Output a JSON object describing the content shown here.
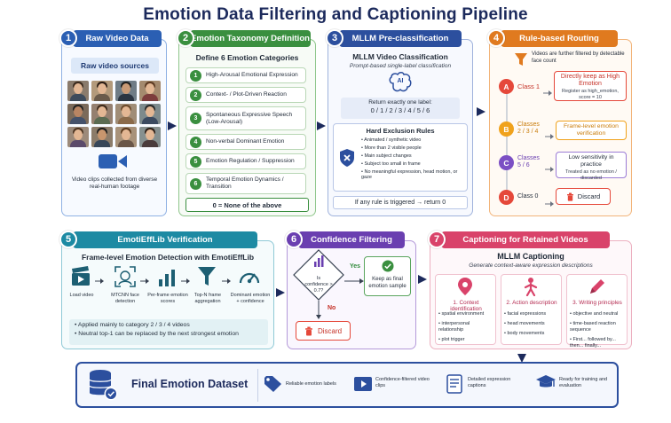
{
  "title": "Emotion Data Filtering and Captioning Pipeline",
  "steps": [
    {
      "num": "1",
      "label": "Raw Video Data"
    },
    {
      "num": "2",
      "label": "Emotion Taxonomy Definition"
    },
    {
      "num": "3",
      "label": "MLLM Pre-classification"
    },
    {
      "num": "4",
      "label": "Rule-based Routing"
    },
    {
      "num": "5",
      "label": "EmotiEffLib Verification"
    },
    {
      "num": "6",
      "label": "Confidence Filtering"
    },
    {
      "num": "7",
      "label": "Captioning for Retained Videos"
    }
  ],
  "raw": {
    "sources_label": "Raw video sources",
    "caption": "Video clips collected from diverse real-human footage"
  },
  "taxonomy": {
    "heading": "Define 6 Emotion Categories",
    "categories": [
      {
        "n": "1",
        "label": "High-Arousal Emotional Expression"
      },
      {
        "n": "2",
        "label": "Context- / Plot-Driven Reaction"
      },
      {
        "n": "3",
        "label": "Spontaneous Expressive Speech (Low-Arousal)"
      },
      {
        "n": "4",
        "label": "Non-verbal Dominant Emotion"
      },
      {
        "n": "5",
        "label": "Emotion Regulation / Suppression"
      },
      {
        "n": "6",
        "label": "Temporal Emotion Dynamics / Transition"
      }
    ],
    "none_label": "0 = None of the above"
  },
  "mllm": {
    "heading": "MLLM Video Classification",
    "subheading": "Prompt-based single-label classification",
    "ai_label": "AI",
    "return_line1": "Return exactly one label:",
    "return_line2": "0 / 1 / 2 / 3 / 4 / 5 / 6",
    "rules_title": "Hard Exclusion Rules",
    "rules": [
      "Animated / synthetic video",
      "More than 2 visible people",
      "Main subject changes",
      "Subject too small in frame",
      "No meaningful expression, head motion, or gaze"
    ],
    "trigger": "If any rule is triggered → return 0"
  },
  "routing": {
    "note": "Videos are further filtered by detectable face count",
    "routes": [
      {
        "badge": "A",
        "cls": "Class 1",
        "out_title": "Directly keep as High Emotion",
        "out_sub": "Register as high_emotion, score = 10",
        "color": "#e5483a"
      },
      {
        "badge": "B",
        "cls": "Classes 2 / 3 / 4",
        "out_title": "Frame-level emotion verification",
        "out_sub": "",
        "color": "#f0a21c"
      },
      {
        "badge": "C",
        "cls": "Classes 5 / 6",
        "out_title": "Low sensitivity in practice",
        "out_sub": "Treated as no emotion / discarded",
        "color": "#7b4fc4"
      },
      {
        "badge": "D",
        "cls": "Class 0",
        "out_title": "Discard",
        "out_sub": "",
        "color": "#e5483a"
      }
    ]
  },
  "verify": {
    "heading": "Frame-level Emotion Detection with EmotiEffLib",
    "steps": [
      {
        "label": "Load video",
        "icon": "clapperboard-icon"
      },
      {
        "label": "MTCNN face detection",
        "icon": "face-scan-icon"
      },
      {
        "label": "Per-frame emotion scores",
        "icon": "bar-chart-icon"
      },
      {
        "label": "Top-N frame aggregation",
        "icon": "funnel-icon"
      },
      {
        "label": "Dominant emotion + confidence",
        "icon": "gauge-icon"
      }
    ],
    "notes": [
      "Applied mainly to category 2 / 3 / 4 videos",
      "Neutral top-1 can be replaced by the next strongest emotion"
    ]
  },
  "confidence": {
    "question": "Is confidence > 0.7?",
    "yes": "Yes",
    "no": "No",
    "keep": "Keep as final emotion sample",
    "discard": "Discard"
  },
  "captioning": {
    "heading": "MLLM Captioning",
    "subheading": "Generate context-aware expression descriptions",
    "cards": [
      {
        "title": "1. Context identification",
        "items": [
          "spatial environment",
          "interpersonal relationship",
          "plot trigger"
        ],
        "icon": "map-pin-icon"
      },
      {
        "title": "2. Action description",
        "items": [
          "facial expressions",
          "head movements",
          "body movements"
        ],
        "icon": "person-motion-icon"
      },
      {
        "title": "3. Writing principles",
        "items": [
          "objective and neutral",
          "time-based reaction sequence",
          "First... followed by... then... finally..."
        ],
        "icon": "pen-icon"
      }
    ]
  },
  "final": {
    "title": "Final Emotion Dataset",
    "items": [
      {
        "label": "Reliable emotion labels",
        "icon": "tag-icon"
      },
      {
        "label": "Confidence-filtered video clips",
        "icon": "video-clip-icon"
      },
      {
        "label": "Detailed expression captions",
        "icon": "document-icon"
      },
      {
        "label": "Ready for training and evaluation",
        "icon": "graduation-cap-icon"
      }
    ]
  },
  "colors": {
    "title": "#1c2a5c",
    "blue": "#2b5fb3",
    "green": "#3a8f3f",
    "navy": "#2c4f9e",
    "orange": "#e07a1f",
    "teal": "#1d8aa3",
    "purple": "#6a3fb0",
    "pink": "#d9436a"
  }
}
